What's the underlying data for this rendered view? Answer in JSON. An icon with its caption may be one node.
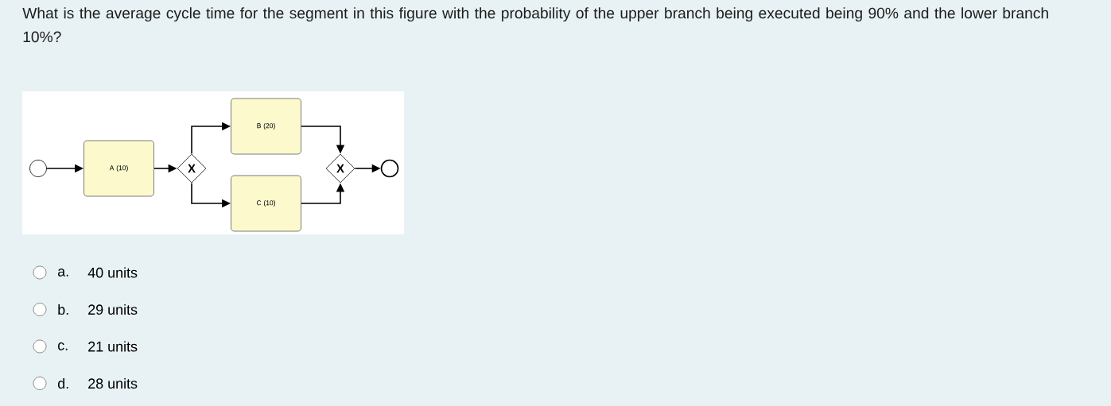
{
  "diagram": {
    "title": "What is the average cycle time for the segment in this figure with the probability of the upper branch being executed being 90% and the lower branch 10%?",
    "nodes": [
      {
        "text": [],
        "shape": "circle"
      },
      {
        "text": [
          "A (10)"
        ]
      },
      {
        "text": [
          "X"
        ]
      },
      {
        "text": [
          "B (20)"
        ]
      },
      {
        "text": [
          "C (10)"
        ]
      },
      {
        "text": [
          "X"
        ]
      },
      {
        "text": [],
        "shape": "circle"
      }
    ],
    "edges": [
      {
        "from": 0,
        "to": 1,
        "arrow": "to"
      },
      {
        "from": 1,
        "to": 2,
        "arrow": "to"
      },
      {
        "from": 2,
        "to": 3,
        "arrow": "to"
      },
      {
        "from": 2,
        "to": 4,
        "arrow": "to"
      },
      {
        "from": 3,
        "to": 5,
        "arrow": "to"
      },
      {
        "from": 4,
        "to": 5,
        "arrow": "to"
      },
      {
        "from": 5,
        "to": 6,
        "arrow": "to"
      }
    ],
    "labels": [
      "a.",
      "40 units",
      "b.",
      "29 units",
      "c.",
      "21 units",
      "d.",
      "28 units"
    ]
  }
}
